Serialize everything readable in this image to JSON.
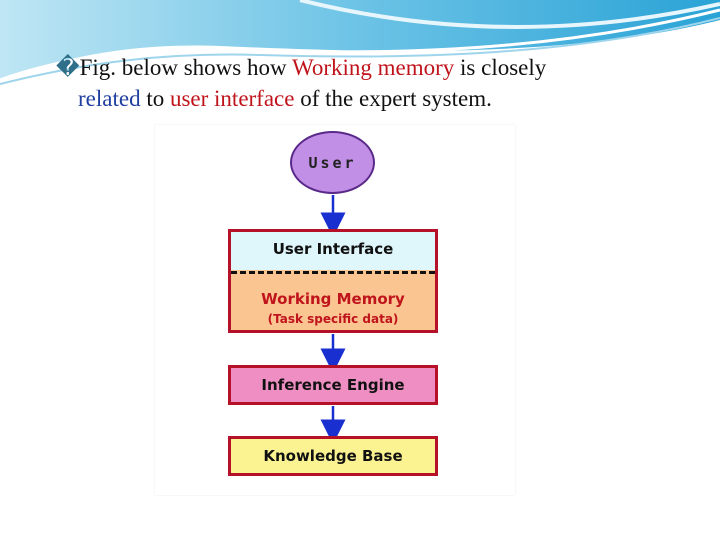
{
  "caption": {
    "bullet": "�",
    "part1": "Fig. below shows how ",
    "hl1": "Working memory",
    "part2": " is closely",
    "hl2": "related",
    "part3": " to ",
    "hl3": "user interface",
    "part4": " of the expert system."
  },
  "diagram": {
    "user": "User",
    "user_interface": "User Interface",
    "working_memory": "Working Memory",
    "working_memory_sub": "(Task specific data)",
    "inference_engine": "Inference Engine",
    "knowledge_base": "Knowledge Base"
  },
  "colors": {
    "user_fill": "#c18fe6",
    "ui_fill": "#dff6fb",
    "wm_fill": "#fbc592",
    "ie_fill": "#ef8ec2",
    "kb_fill": "#fbf392",
    "box_border": "#b5122a",
    "arrow": "#1a2fd0",
    "highlight_red": "#c0141c",
    "highlight_blue": "#1f3fa0"
  }
}
